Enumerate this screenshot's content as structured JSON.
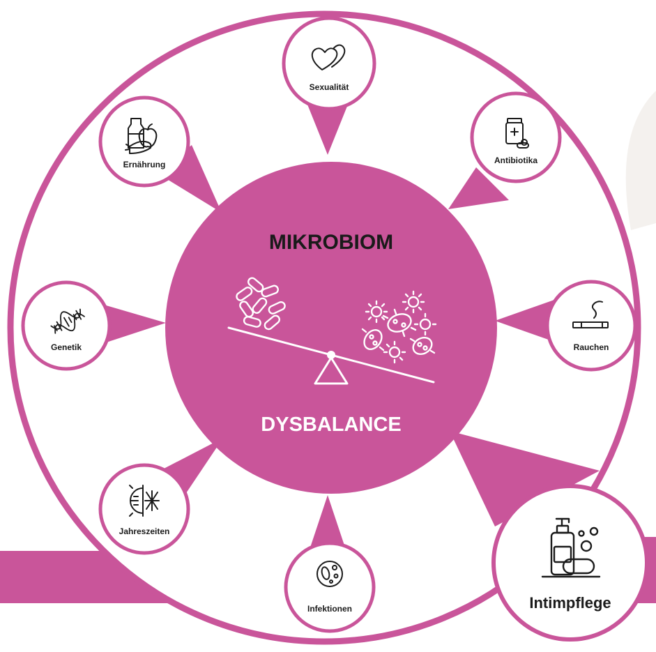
{
  "colors": {
    "magenta": "#c9559a",
    "outline": "#c9559a",
    "text_dark": "#1a1a1a",
    "text_light": "#ffffff"
  },
  "center": {
    "title": "MIKROBIOM",
    "subtitle": "DYSBALANCE"
  },
  "factors": [
    {
      "id": "sexualitaet",
      "label": "Sexualität",
      "icon": "hearts-icon"
    },
    {
      "id": "antibiotika",
      "label": "Antibiotika",
      "icon": "medicine-bottle-icon"
    },
    {
      "id": "rauchen",
      "label": "Rauchen",
      "icon": "cigarette-icon"
    },
    {
      "id": "intimpflege",
      "label": "Intimpflege",
      "icon": "soap-dispenser-icon"
    },
    {
      "id": "infektionen",
      "label": "Infektionen",
      "icon": "bacteria-cell-icon"
    },
    {
      "id": "jahreszeiten",
      "label": "Jahreszeiten",
      "icon": "sun-snowflake-icon"
    },
    {
      "id": "genetik",
      "label": "Genetik",
      "icon": "dna-icon"
    },
    {
      "id": "ernaehrung",
      "label": "Ernährung",
      "icon": "food-icon"
    }
  ]
}
